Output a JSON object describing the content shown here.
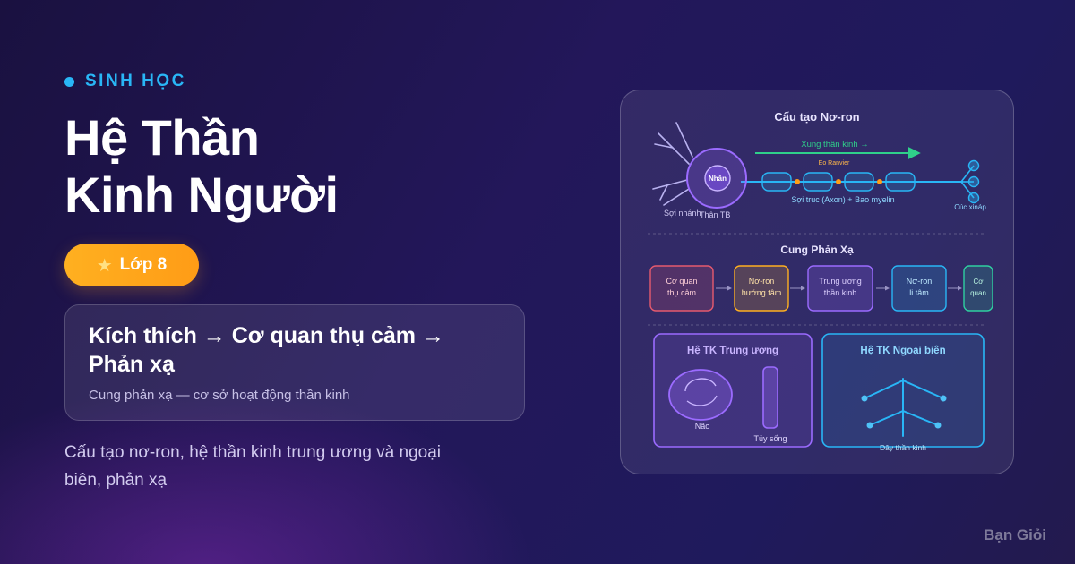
{
  "eyebrow": "SINH HỌC",
  "title": {
    "line1": "Hệ Thần",
    "line2": "Kinh Người"
  },
  "grade": {
    "icon": "star-icon",
    "label": "Lớp 8"
  },
  "flow_card": {
    "line1": "Kích thích → Cơ quan thụ cảm →",
    "line2": "Phản xạ",
    "subtitle": "Cung phản xạ — cơ sở hoạt động thần kinh"
  },
  "description": {
    "line1": "Cấu tạo nơ-ron, hệ thần kinh trung ương và ngoại",
    "line2": "biên, phản xạ"
  },
  "diagram": {
    "neuron": {
      "title": "Cấu tạo Nơ-ron",
      "impulse": "Xung thần kinh →",
      "node_label": "Eo Ranvier",
      "nucleus": "Nhân",
      "dendrites": "Sợi nhánh",
      "cell_body": "Thân TB",
      "axon": "Sợi trục (Axon) + Bao myelin",
      "synapse": "Cúc xináp"
    },
    "reflex_arc": {
      "title": "Cung Phản Xạ",
      "steps": [
        {
          "line1": "Cơ quan",
          "line2": "thụ cảm",
          "color": "#e65a6e"
        },
        {
          "line1": "Nơ-ron",
          "line2": "hướng tâm",
          "color": "#ffb020"
        },
        {
          "line1": "Trung ương",
          "line2": "thần kinh",
          "color": "#9b6bff"
        },
        {
          "line1": "Nơ-ron",
          "line2": "li tâm",
          "color": "#29b6f6"
        },
        {
          "line1": "Cơ",
          "line2": "quan",
          "color": "#2fd0a0"
        }
      ]
    },
    "cns": {
      "title": "Hệ TK Trung ương",
      "brain": "Não",
      "spinal": "Tủy sống",
      "color": "#9b6bff"
    },
    "pns": {
      "title": "Hệ TK Ngoại biên",
      "nerves": "Dây thần kinh",
      "color": "#29b6f6"
    }
  },
  "brand": "Bạn Giỏi"
}
